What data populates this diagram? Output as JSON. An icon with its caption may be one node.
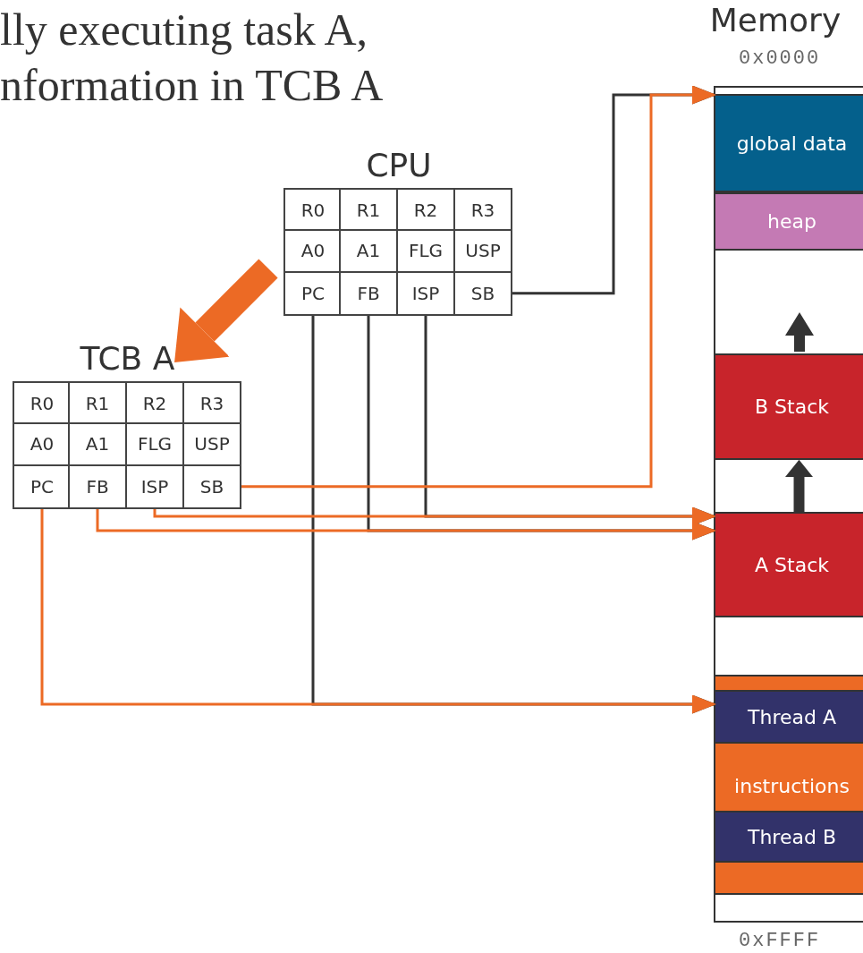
{
  "diagram": {
    "title": "lly executing task A, nformation in TCB A",
    "nodes": [
      {
        "text": [
          "CPU"
        ]
      },
      {
        "text": [
          "R0"
        ],
        "in": 0
      },
      {
        "text": [
          "R1"
        ],
        "in": 0
      },
      {
        "text": [
          "R2"
        ],
        "in": 0
      },
      {
        "text": [
          "R3"
        ],
        "in": 0
      },
      {
        "text": [
          "A0"
        ],
        "in": 0
      },
      {
        "text": [
          "A1"
        ],
        "in": 0
      },
      {
        "text": [
          "FLG"
        ],
        "in": 0
      },
      {
        "text": [
          "USP"
        ],
        "in": 0
      },
      {
        "text": [
          "PC"
        ],
        "in": 0
      },
      {
        "text": [
          "FB"
        ],
        "in": 0
      },
      {
        "text": [
          "ISP"
        ],
        "in": 0
      },
      {
        "text": [
          "SB"
        ],
        "in": 0
      },
      {
        "text": [
          "TCB A"
        ]
      },
      {
        "text": [
          "R0"
        ],
        "in": 13
      },
      {
        "text": [
          "R1"
        ],
        "in": 13
      },
      {
        "text": [
          "R2"
        ],
        "in": 13
      },
      {
        "text": [
          "R3"
        ],
        "in": 13
      },
      {
        "text": [
          "A0"
        ],
        "in": 13
      },
      {
        "text": [
          "A1"
        ],
        "in": 13
      },
      {
        "text": [
          "FLG"
        ],
        "in": 13
      },
      {
        "text": [
          "USP"
        ],
        "in": 13
      },
      {
        "text": [
          "PC"
        ],
        "in": 13
      },
      {
        "text": [
          "FB"
        ],
        "in": 13
      },
      {
        "text": [
          "ISP"
        ],
        "in": 13
      },
      {
        "text": [
          "SB"
        ],
        "in": 13
      },
      {
        "text": [
          "Memory"
        ],
        "beside": [
          "0x0000",
          "0xFFFF"
        ]
      },
      {
        "text": [
          "global data"
        ],
        "in": 26
      },
      {
        "text": [
          "heap"
        ],
        "in": 26
      },
      {
        "text": [
          "B Stack"
        ],
        "in": 26
      },
      {
        "text": [
          "A Stack"
        ],
        "in": 26
      },
      {
        "text": [
          "instructions"
        ],
        "in": 26
      },
      {
        "text": [
          "Thread A"
        ],
        "in": 31
      },
      {
        "text": [
          "Thread B"
        ],
        "in": 31
      }
    ],
    "edges": [
      {
        "from": 0,
        "to": 13,
        "arrow": "to",
        "style": "thick",
        "color": "#ec6a25"
      },
      {
        "from": 12,
        "to": 27,
        "arrow": "to",
        "color": "#333333"
      },
      {
        "from": 9,
        "to": 32,
        "arrow": "to",
        "color": "#333333"
      },
      {
        "from": 10,
        "to": 30,
        "arrow": "to",
        "color": "#333333"
      },
      {
        "from": 11,
        "to": 30,
        "arrow": "to",
        "color": "#333333"
      },
      {
        "from": 25,
        "to": 27,
        "arrow": "to",
        "color": "#ec6a25"
      },
      {
        "from": 24,
        "to": 30,
        "arrow": "to",
        "color": "#ec6a25"
      },
      {
        "from": 23,
        "to": 30,
        "arrow": "to",
        "color": "#ec6a25"
      },
      {
        "from": 22,
        "to": 32,
        "arrow": "to",
        "color": "#ec6a25"
      },
      {
        "from": 30,
        "to": 29,
        "arrow": "to",
        "style": "thick",
        "color": "#333333"
      }
    ]
  }
}
